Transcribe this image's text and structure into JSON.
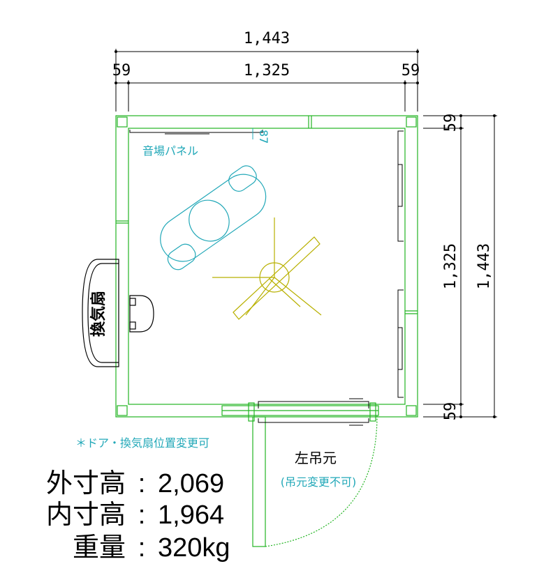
{
  "dimensions": {
    "outer_width": "1,443",
    "inner_width": "1,325",
    "wall_left": "59",
    "wall_right": "59",
    "outer_depth": "1,443",
    "inner_depth": "1,325",
    "wall_top": "59",
    "wall_bottom": "59",
    "small_dim": "87"
  },
  "labels": {
    "panel": "音場パネル",
    "fan": "換気扇",
    "hinge": "左吊元",
    "hinge_note": "(吊元変更不可)",
    "door_note": "＊ドア・換気扇位置変更可"
  },
  "specs": [
    {
      "label": "外寸高",
      "sep": ":",
      "value": "2,069"
    },
    {
      "label": "内寸高",
      "sep": ":",
      "value": "1,964"
    },
    {
      "label": "重量",
      "sep": ":",
      "value": "320kg"
    }
  ],
  "colors": {
    "wall": "#22b422",
    "furniture": "#22a8b8",
    "fixture": "#b8b000",
    "door_swing": "#22b422",
    "dim_line": "#000000"
  }
}
